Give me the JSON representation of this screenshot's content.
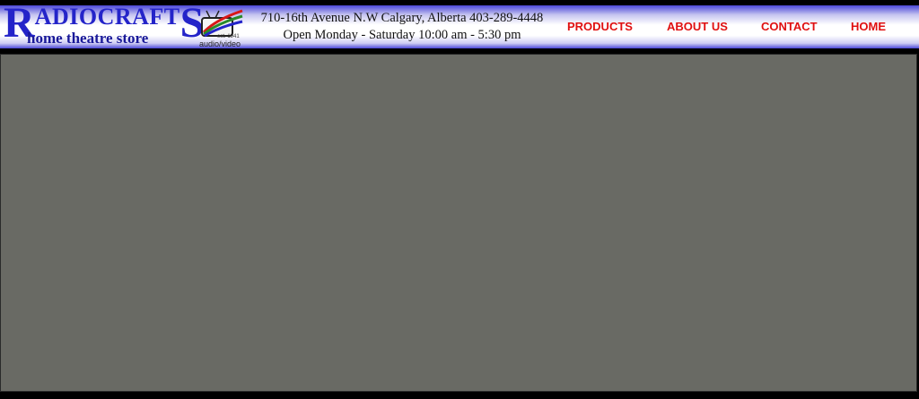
{
  "brand": {
    "first_letter": "R",
    "middle": "ADIOCRAFT",
    "last_letter": "S",
    "subtitle": "home theatre store",
    "established": "est. 1941",
    "tag": "audio/video"
  },
  "address": {
    "line1": "710-16th Avenue N.W Calgary, Alberta  403-289-4448",
    "line2": "Open Monday - Saturday 10:00 am - 5:30 pm"
  },
  "nav": {
    "products": "PRODUCTS",
    "about": "ABOUT US",
    "contact": "CONTACT",
    "home": "HOME"
  },
  "colors": {
    "brand_blue": "#2424c9",
    "nav_red": "#e01010",
    "content_gray": "#696a64"
  }
}
